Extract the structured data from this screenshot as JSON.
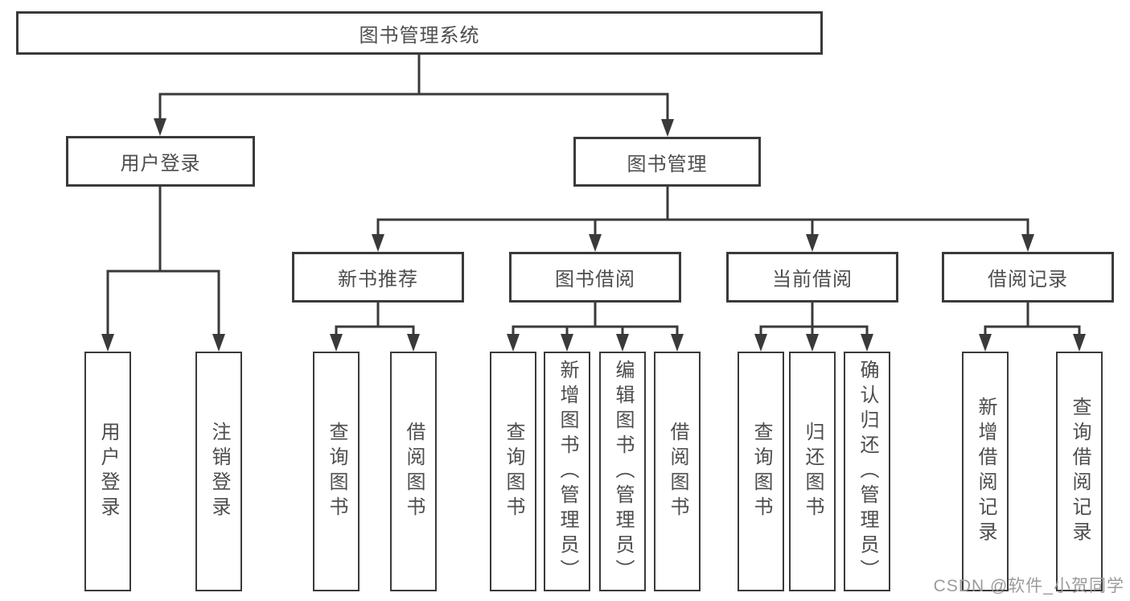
{
  "tree": {
    "root": "图书管理系统",
    "branches": [
      {
        "label": "用户登录",
        "children": [
          "用户登录",
          "注销登录"
        ]
      },
      {
        "label": "图书管理",
        "groups": [
          {
            "label": "新书推荐",
            "children": [
              "查询图书",
              "借阅图书"
            ]
          },
          {
            "label": "图书借阅",
            "children": [
              "查询图书",
              "新增图书（管理员）",
              "编辑图书（管理员）",
              "借阅图书"
            ]
          },
          {
            "label": "当前借阅",
            "children": [
              "查询图书",
              "归还图书",
              "确认归还（管理员）"
            ]
          },
          {
            "label": "借阅记录",
            "children": [
              "新增借阅记录",
              "查询借阅记录"
            ]
          }
        ]
      }
    ]
  },
  "watermark": {
    "text": "CSDN @软件_小贺同学"
  },
  "colors": {
    "line": "#3a3a3a",
    "box_border": "#3a3a3a",
    "text": "#4d4d4d",
    "watermark": "#9b9b9b",
    "background": "#ffffff"
  }
}
